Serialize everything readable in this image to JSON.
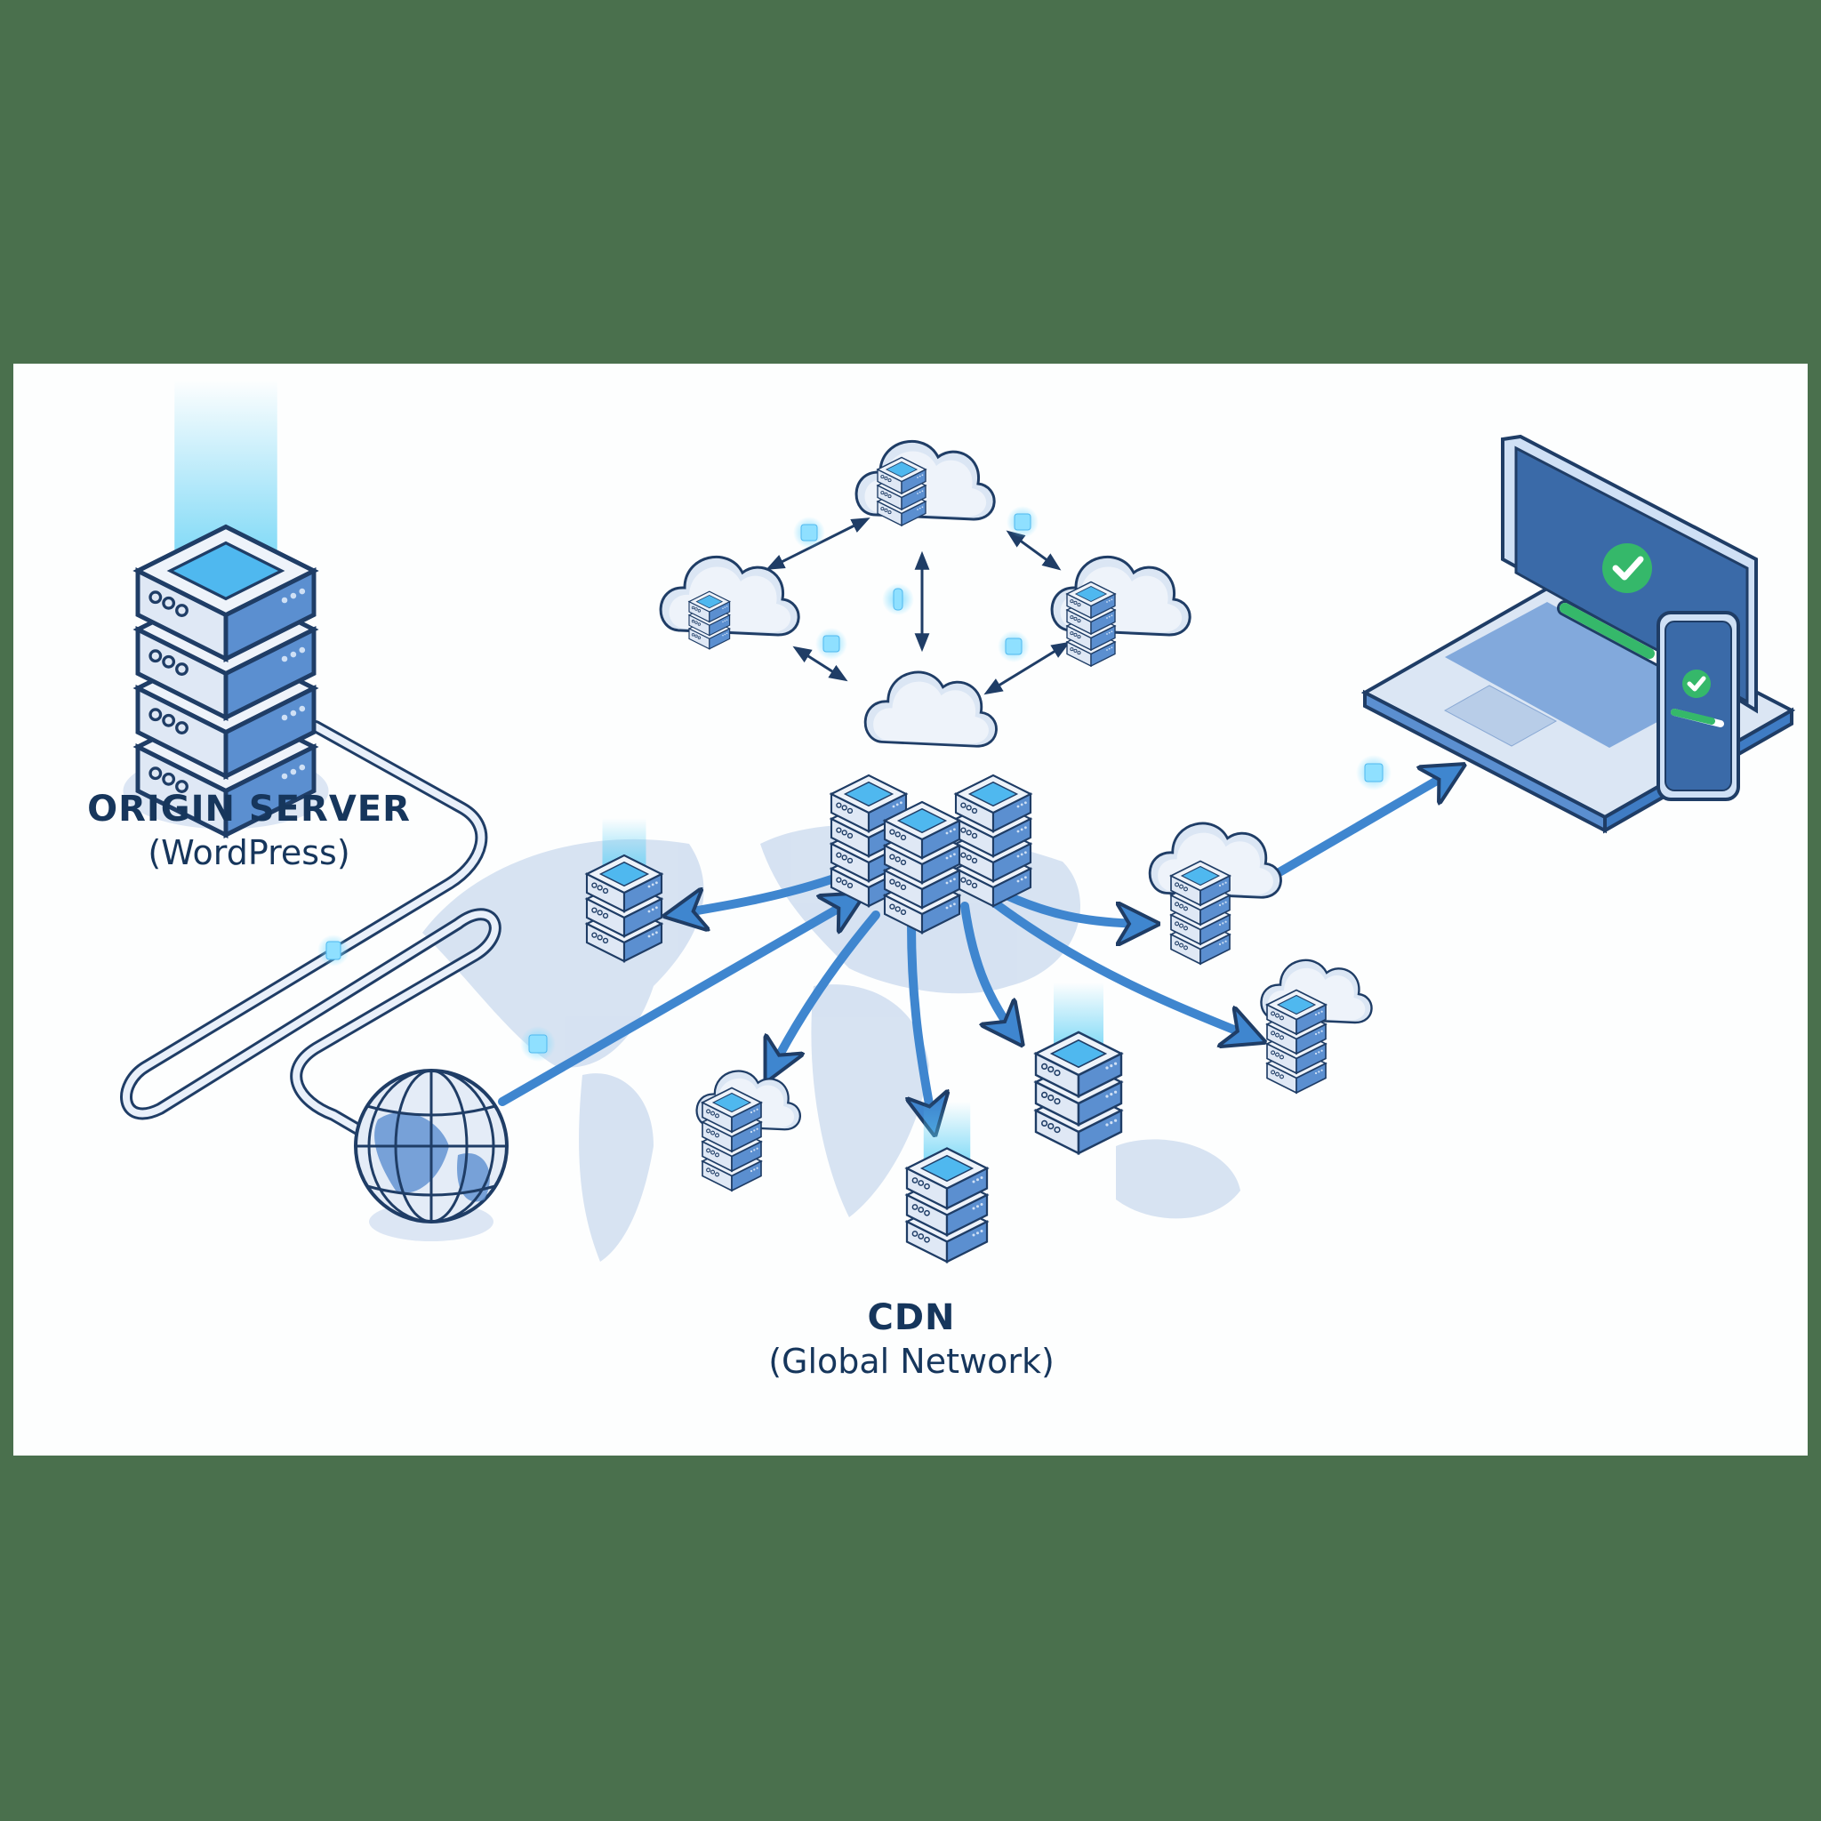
{
  "canvas": {
    "background": "#4a704d",
    "panel_color": "#fdfefe"
  },
  "colors": {
    "outline": "#1f3d66",
    "server_face_light": "#e4ecf7",
    "server_face_dark": "#5b8fd0",
    "glow": "#5fd0f5",
    "arrow": "#3f86cf",
    "map": "#c9d9ee",
    "screen": "#3a6aa8",
    "success": "#35b86a",
    "label_text": "#16365c"
  },
  "labels": {
    "origin": {
      "title": "ORIGIN SERVER",
      "subtitle": "(WordPress)"
    },
    "cdn": {
      "title": "CDN",
      "subtitle": "(Global Network)"
    }
  },
  "nodes": {
    "origin_server": {
      "type": "server-stack",
      "units": 4
    },
    "internet_globe": {
      "type": "globe"
    },
    "cdn_core": {
      "type": "server-cluster-with-cloud",
      "stacks": 3
    },
    "mesh_clouds": [
      {
        "id": "top",
        "type": "cloud-server"
      },
      {
        "id": "left",
        "type": "cloud-server"
      },
      {
        "id": "right",
        "type": "cloud-server"
      },
      {
        "id": "center",
        "type": "cloud"
      }
    ],
    "edge_nodes": [
      {
        "id": "north-america",
        "type": "server-stack",
        "units": 3
      },
      {
        "id": "south-america",
        "type": "cloud-server",
        "units": 4
      },
      {
        "id": "africa",
        "type": "server-stack",
        "units": 3
      },
      {
        "id": "asia-west",
        "type": "server-stack",
        "units": 3
      },
      {
        "id": "asia-east",
        "type": "cloud-server",
        "units": 5
      },
      {
        "id": "oceania",
        "type": "cloud-server",
        "units": 4
      }
    ],
    "client_devices": [
      {
        "type": "laptop",
        "status": "check",
        "progress": 0.7
      },
      {
        "type": "smartphone",
        "status": "check",
        "progress": 0.85
      }
    ]
  }
}
